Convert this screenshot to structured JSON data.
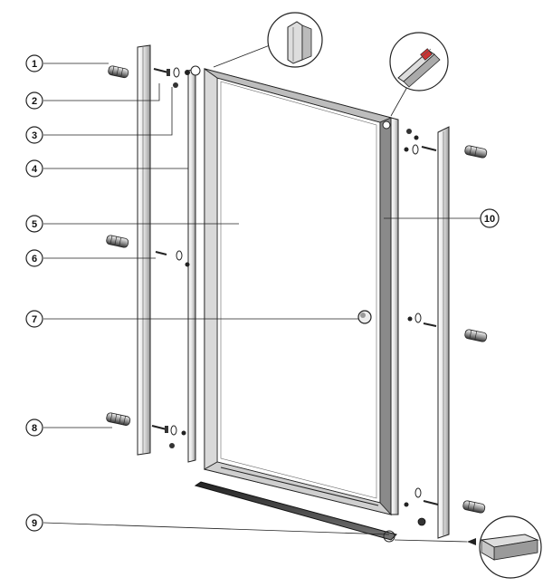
{
  "callouts": [
    {
      "id": "1",
      "label": "1"
    },
    {
      "id": "2",
      "label": "2"
    },
    {
      "id": "3",
      "label": "3"
    },
    {
      "id": "4",
      "label": "4"
    },
    {
      "id": "5",
      "label": "5"
    },
    {
      "id": "6",
      "label": "6"
    },
    {
      "id": "7",
      "label": "7"
    },
    {
      "id": "8",
      "label": "8"
    },
    {
      "id": "9",
      "label": "9"
    },
    {
      "id": "10",
      "label": "10"
    }
  ],
  "colors": {
    "line": "#222222",
    "frame": "#555555",
    "glass": "#ffffff",
    "seal_dark": "#333333",
    "accent_red": "#cc3333"
  }
}
